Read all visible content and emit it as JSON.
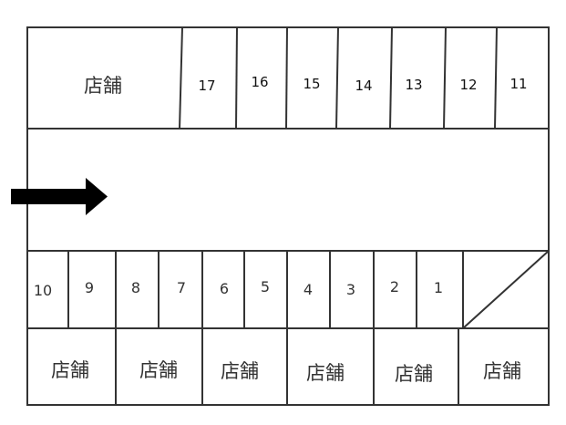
{
  "top_row": {
    "shop_label": "店舗",
    "stalls": [
      "17",
      "16",
      "15",
      "14",
      "13",
      "12",
      "11"
    ]
  },
  "entrance_arrow": "arrow-right-icon",
  "bottom_row": {
    "stalls": [
      "10",
      "9",
      "8",
      "7",
      "6",
      "5",
      "4",
      "3",
      "2",
      "1"
    ]
  },
  "bottom_shops": [
    "店舗",
    "店舗",
    "店舗",
    "店舗",
    "店舗",
    "店舗"
  ]
}
